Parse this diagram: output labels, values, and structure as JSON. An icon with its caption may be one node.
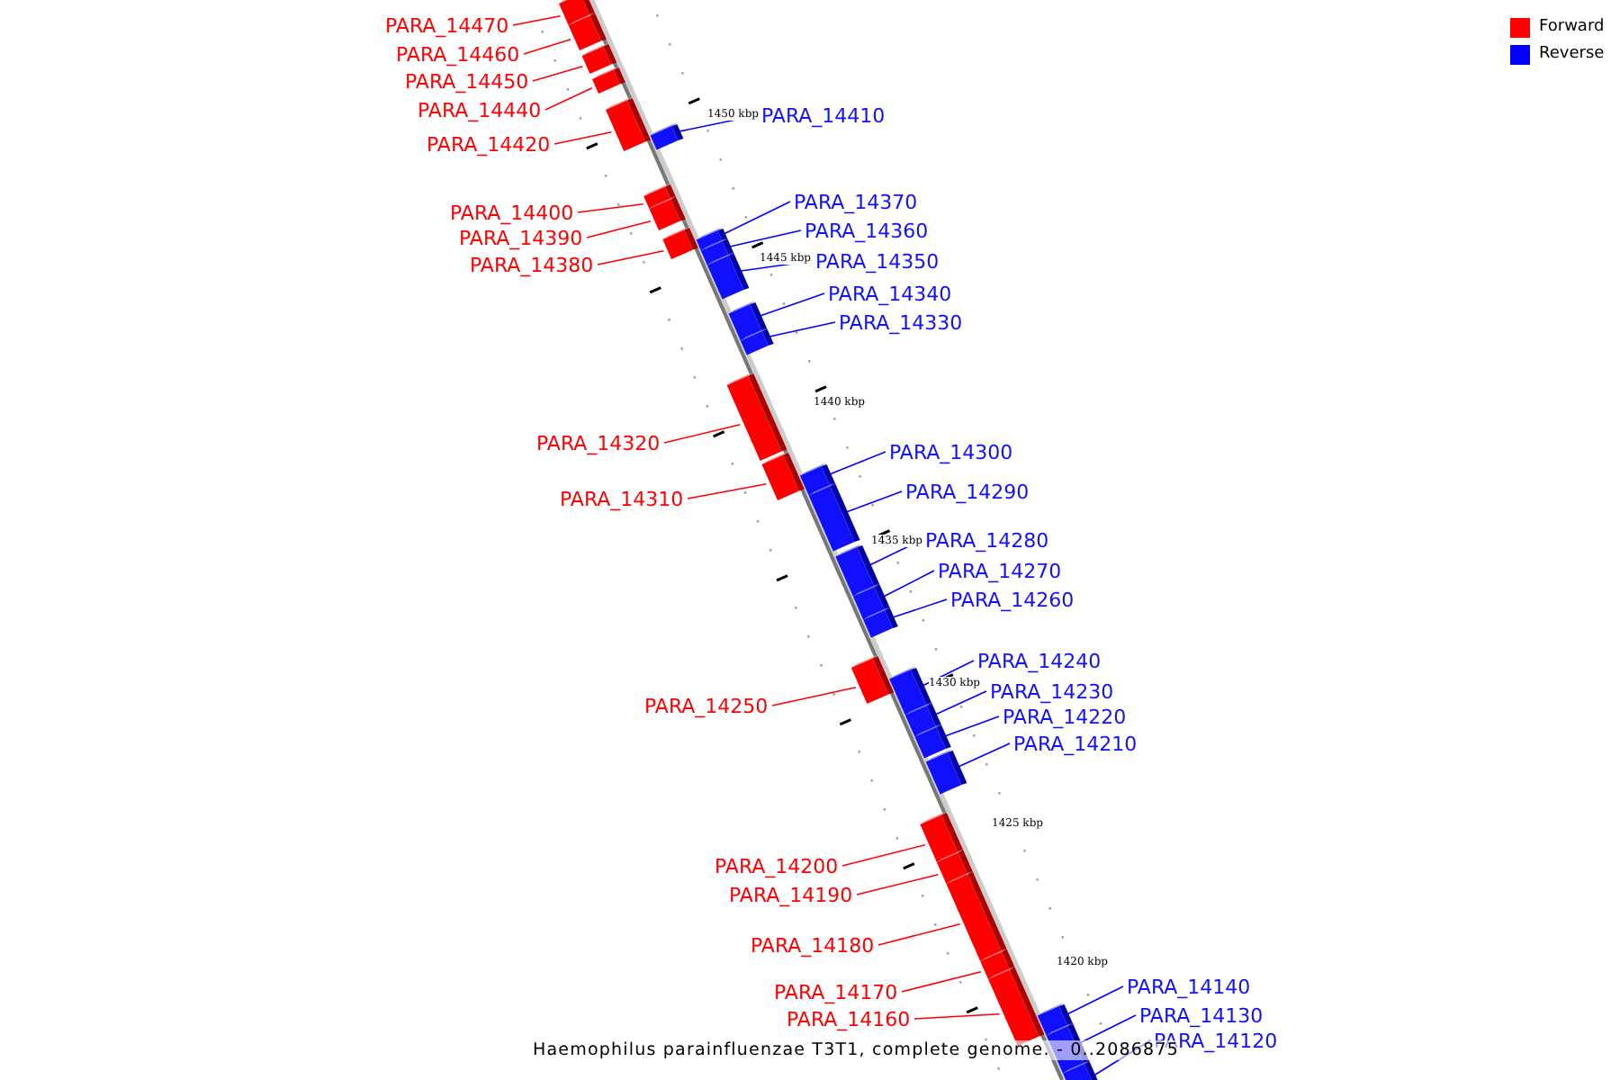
{
  "diagram": {
    "caption": "Haemophilus parainfluenzae T3T1, complete genome. - 0..2086875",
    "nodes": [
      {
        "text": [
          "PARA_14470"
        ]
      },
      {
        "text": [],
        "shape": "bar"
      },
      {
        "text": [
          "PARA_14460"
        ]
      },
      {
        "text": [],
        "shape": "bar"
      },
      {
        "text": [
          "PARA_14450"
        ]
      },
      {
        "text": [],
        "shape": "bar"
      },
      {
        "text": [
          "PARA_14440"
        ]
      },
      {
        "text": [],
        "shape": "bar"
      },
      {
        "text": [
          "PARA_14420"
        ]
      },
      {
        "text": [],
        "shape": "bar"
      },
      {
        "text": [
          "PARA_14410"
        ]
      },
      {
        "text": [],
        "shape": "bar"
      },
      {
        "text": [
          "PARA_14400"
        ]
      },
      {
        "text": [],
        "shape": "bar"
      },
      {
        "text": [
          "PARA_14390"
        ]
      },
      {
        "text": [],
        "shape": "bar"
      },
      {
        "text": [
          "PARA_14370"
        ]
      },
      {
        "text": [],
        "shape": "bar"
      },
      {
        "text": [
          "PARA_14360"
        ]
      },
      {
        "text": [],
        "shape": "bar"
      },
      {
        "text": [
          "PARA_14380"
        ]
      },
      {
        "text": [],
        "shape": "bar"
      },
      {
        "text": [
          "PARA_14350"
        ]
      },
      {
        "text": [],
        "shape": "bar"
      },
      {
        "text": [
          "PARA_14340"
        ]
      },
      {
        "text": [],
        "shape": "bar"
      },
      {
        "text": [
          "PARA_14330"
        ]
      },
      {
        "text": [],
        "shape": "bar"
      },
      {
        "text": [
          "PARA_14320"
        ]
      },
      {
        "text": [],
        "shape": "bar"
      },
      {
        "text": [
          "PARA_14300"
        ]
      },
      {
        "text": [],
        "shape": "bar"
      },
      {
        "text": [
          "PARA_14310"
        ]
      },
      {
        "text": [],
        "shape": "bar"
      },
      {
        "text": [
          "PARA_14290"
        ]
      },
      {
        "text": [],
        "shape": "bar"
      },
      {
        "text": [
          "PARA_14280"
        ]
      },
      {
        "text": [],
        "shape": "bar"
      },
      {
        "text": [
          "PARA_14270"
        ]
      },
      {
        "text": [],
        "shape": "bar"
      },
      {
        "text": [
          "PARA_14260"
        ]
      },
      {
        "text": [],
        "shape": "bar"
      },
      {
        "text": [
          "PARA_14240"
        ]
      },
      {
        "text": [],
        "shape": "bar"
      },
      {
        "text": [
          "PARA_14230"
        ]
      },
      {
        "text": [],
        "shape": "bar"
      },
      {
        "text": [
          "PARA_14250"
        ]
      },
      {
        "text": [],
        "shape": "bar"
      },
      {
        "text": [
          "PARA_14220"
        ]
      },
      {
        "text": [],
        "shape": "bar"
      },
      {
        "text": [
          "PARA_14210"
        ]
      },
      {
        "text": [],
        "shape": "bar"
      },
      {
        "text": [
          "PARA_14200"
        ]
      },
      {
        "text": [],
        "shape": "bar"
      },
      {
        "text": [
          "PARA_14190"
        ]
      },
      {
        "text": [],
        "shape": "bar"
      },
      {
        "text": [
          "PARA_14180"
        ]
      },
      {
        "text": [],
        "shape": "bar"
      },
      {
        "text": [
          "PARA_14140"
        ]
      },
      {
        "text": [],
        "shape": "bar"
      },
      {
        "text": [
          "PARA_14170"
        ]
      },
      {
        "text": [],
        "shape": "bar"
      },
      {
        "text": [
          "PARA_14130"
        ]
      },
      {
        "text": [],
        "shape": "bar"
      },
      {
        "text": [
          "PARA_14160"
        ]
      },
      {
        "text": [],
        "shape": "bar"
      },
      {
        "text": [
          "PARA_14120"
        ]
      },
      {
        "text": [],
        "shape": "bar"
      }
    ],
    "edges": [
      {
        "from": 0,
        "to": 1,
        "arrow": "none",
        "color": "#ff0000"
      },
      {
        "from": 2,
        "to": 3,
        "arrow": "none",
        "color": "#ff0000"
      },
      {
        "from": 4,
        "to": 5,
        "arrow": "none",
        "color": "#ff0000"
      },
      {
        "from": 6,
        "to": 7,
        "arrow": "none",
        "color": "#ff0000"
      },
      {
        "from": 8,
        "to": 9,
        "arrow": "none",
        "color": "#ff0000"
      },
      {
        "from": 10,
        "to": 11,
        "arrow": "none",
        "color": "#0000ff"
      },
      {
        "from": 12,
        "to": 13,
        "arrow": "none",
        "color": "#ff0000"
      },
      {
        "from": 14,
        "to": 15,
        "arrow": "none",
        "color": "#ff0000"
      },
      {
        "from": 16,
        "to": 17,
        "arrow": "none",
        "color": "#0000ff"
      },
      {
        "from": 18,
        "to": 19,
        "arrow": "none",
        "color": "#0000ff"
      },
      {
        "from": 20,
        "to": 21,
        "arrow": "none",
        "color": "#ff0000"
      },
      {
        "from": 22,
        "to": 23,
        "arrow": "none",
        "color": "#0000ff"
      },
      {
        "from": 24,
        "to": 25,
        "arrow": "none",
        "color": "#0000ff"
      },
      {
        "from": 26,
        "to": 27,
        "arrow": "none",
        "color": "#0000ff"
      },
      {
        "from": 28,
        "to": 29,
        "arrow": "none",
        "color": "#ff0000"
      },
      {
        "from": 30,
        "to": 31,
        "arrow": "none",
        "color": "#0000ff"
      },
      {
        "from": 32,
        "to": 33,
        "arrow": "none",
        "color": "#ff0000"
      },
      {
        "from": 34,
        "to": 35,
        "arrow": "none",
        "color": "#0000ff"
      },
      {
        "from": 36,
        "to": 37,
        "arrow": "none",
        "color": "#0000ff"
      },
      {
        "from": 38,
        "to": 39,
        "arrow": "none",
        "color": "#0000ff"
      },
      {
        "from": 40,
        "to": 41,
        "arrow": "none",
        "color": "#0000ff"
      },
      {
        "from": 42,
        "to": 43,
        "arrow": "none",
        "color": "#0000ff"
      },
      {
        "from": 44,
        "to": 45,
        "arrow": "none",
        "color": "#0000ff"
      },
      {
        "from": 46,
        "to": 47,
        "arrow": "none",
        "color": "#ff0000"
      },
      {
        "from": 48,
        "to": 49,
        "arrow": "none",
        "color": "#0000ff"
      },
      {
        "from": 50,
        "to": 51,
        "arrow": "none",
        "color": "#0000ff"
      },
      {
        "from": 52,
        "to": 53,
        "arrow": "none",
        "color": "#ff0000"
      },
      {
        "from": 54,
        "to": 55,
        "arrow": "none",
        "color": "#ff0000"
      },
      {
        "from": 56,
        "to": 57,
        "arrow": "none",
        "color": "#ff0000"
      },
      {
        "from": 58,
        "to": 59,
        "arrow": "none",
        "color": "#0000ff"
      },
      {
        "from": 60,
        "to": 61,
        "arrow": "none",
        "color": "#ff0000"
      },
      {
        "from": 62,
        "to": 63,
        "arrow": "none",
        "color": "#0000ff"
      },
      {
        "from": 64,
        "to": 65,
        "arrow": "none",
        "color": "#ff0000"
      },
      {
        "from": 66,
        "to": 67,
        "arrow": "none",
        "color": "#0000ff"
      }
    ],
    "labels": [
      "1450 kbp",
      "1445 kbp",
      "1440 kbp",
      "1435 kbp",
      "1430 kbp",
      "1425 kbp",
      "1420 kbp"
    ],
    "legend": [
      {
        "text": "Forward",
        "color": "#ff0000"
      },
      {
        "text": "Reverse",
        "color": "#0000ff"
      }
    ]
  }
}
